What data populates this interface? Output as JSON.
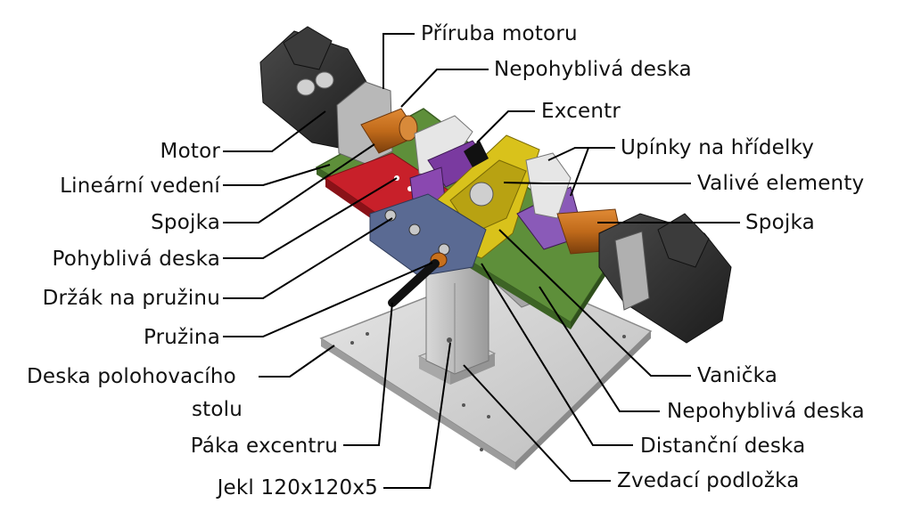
{
  "labels": {
    "priruba_motoru": "Příruba motoru",
    "nepohyblive_deska_top": "Nepohyblivá deska",
    "excentr": "Excentr",
    "upinky": "Upínky na hřídelky",
    "valive": "Valivé elementy",
    "spojka_right": "Spojka",
    "motor": "Motor",
    "linearni": "Lineární vedení",
    "spojka_left": "Spojka",
    "pohyblive": "Pohyblivá deska",
    "drzak": "Držák na pružinu",
    "pruzina": "Pružina",
    "deska_stolu_1": "Deska polohovacího",
    "deska_stolu_2": "stolu",
    "paka": "Páka excentru",
    "jekl": "Jekl 120x120x5",
    "vanicka": "Vanička",
    "nepohyblive_deska_bottom": "Nepohyblivá deska",
    "distancni": "Distanční deska",
    "zvedaci": "Zvedací podložka"
  },
  "colors": {
    "green_plate": "#5e8f3a",
    "red_plate": "#c8202a",
    "blue_holder": "#5a6a93",
    "yellow_tray": "#d9c21b",
    "purple": "#7a3aa0",
    "orange_coupling": "#c8701c",
    "motor_black": "#2a2a2a",
    "steel": "#bfbfbf"
  }
}
